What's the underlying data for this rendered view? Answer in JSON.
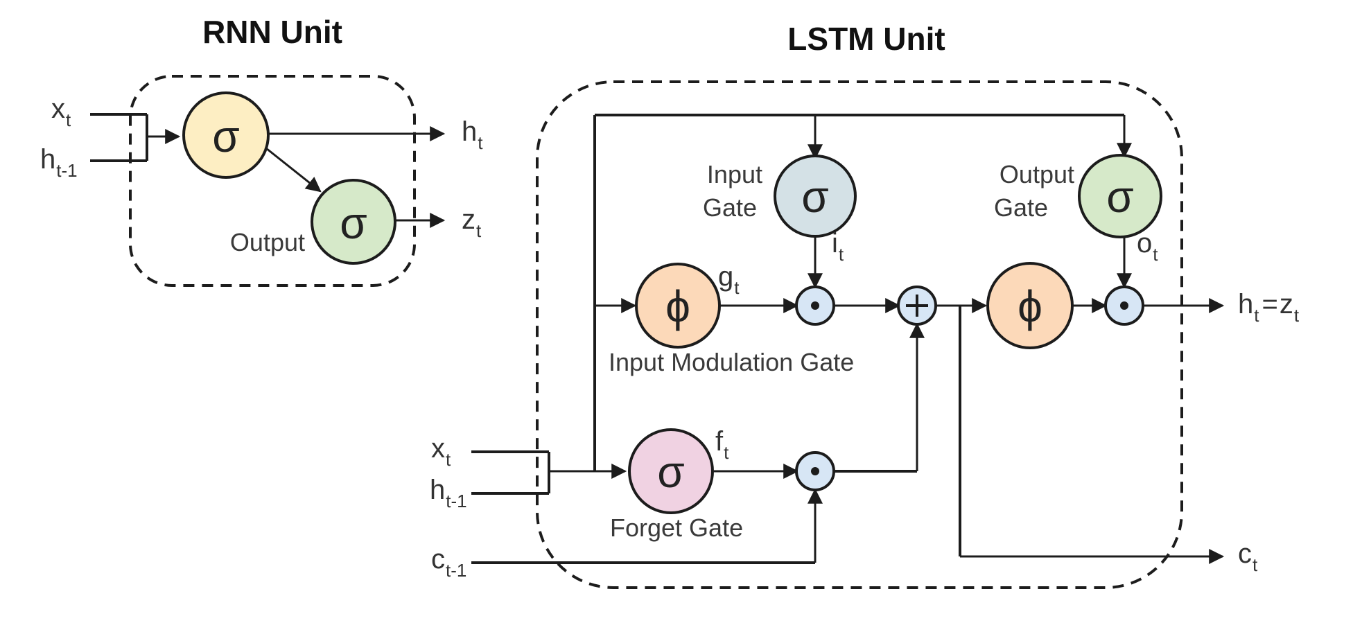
{
  "rnn": {
    "title": "RNN Unit",
    "inputs": [
      {
        "sym": "x",
        "sub": "t"
      },
      {
        "sym": "h",
        "sub": "t-1"
      }
    ],
    "outputs": [
      {
        "sym": "h",
        "sub": "t"
      },
      {
        "sym": "z",
        "sub": "t"
      }
    ],
    "hidden_node": {
      "glyph": "σ"
    },
    "output_node": {
      "glyph": "σ",
      "label": "Output"
    }
  },
  "lstm": {
    "title": "LSTM Unit",
    "inputs": [
      {
        "sym": "x",
        "sub": "t"
      },
      {
        "sym": "h",
        "sub": "t-1"
      },
      {
        "sym": "c",
        "sub": "t-1"
      }
    ],
    "input_gate": {
      "glyph": "σ",
      "label_line1": "Input",
      "label_line2": "Gate",
      "out_sym": "i",
      "out_sub": "t"
    },
    "output_gate": {
      "glyph": "σ",
      "label_line1": "Output",
      "label_line2": "Gate",
      "out_sym": "o",
      "out_sub": "t"
    },
    "modulation_gate": {
      "glyph": "ϕ",
      "label": "Input Modulation Gate",
      "out_sym": "g",
      "out_sub": "t"
    },
    "forget_gate": {
      "glyph": "σ",
      "label": "Forget Gate",
      "out_sym": "f",
      "out_sub": "t"
    },
    "cell_tanh": {
      "glyph": "ϕ"
    },
    "sum_op": {
      "glyph": "+"
    },
    "mult_op": {
      "glyph": "•"
    },
    "output_h": {
      "sym1": "h",
      "sub1": "t",
      "eq": "=",
      "sym2": "z",
      "sub2": "t"
    },
    "output_c": {
      "sym": "c",
      "sub": "t"
    }
  },
  "colors": {
    "yellow": "#fdeec3",
    "green": "#d6e9c9",
    "blue_gray": "#d4e1e6",
    "peach": "#fcd9b9",
    "pink": "#f0d2e2",
    "op_blue": "#d7e6f5",
    "stroke": "#1c1c1c"
  }
}
